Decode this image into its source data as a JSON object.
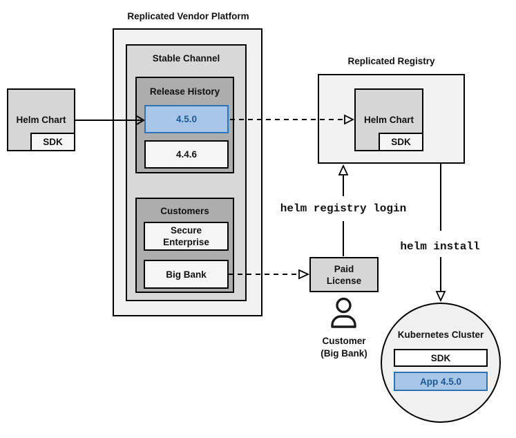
{
  "platform": {
    "title": "Replicated Vendor Platform",
    "stable_channel": {
      "title": "Stable Channel"
    },
    "release_history": {
      "title": "Release History",
      "releases": [
        {
          "version": "4.5.0",
          "highlighted": true
        },
        {
          "version": "4.4.6",
          "highlighted": false
        }
      ]
    },
    "customers": {
      "title": "Customers",
      "items": [
        {
          "name": "Secure\nEnterprise"
        },
        {
          "name": "Big Bank"
        }
      ]
    }
  },
  "vendor_chart": {
    "label": "Helm Chart",
    "sdk_label": "SDK"
  },
  "registry": {
    "title": "Replicated Registry",
    "chart_label": "Helm Chart",
    "sdk_label": "SDK"
  },
  "commands": {
    "registry_login": "helm registry login",
    "install": "helm install"
  },
  "license": {
    "label": "Paid\nLicense"
  },
  "customer_caption": {
    "label": "Customer\n(Big Bank)"
  },
  "cluster": {
    "title": "Kubernetes Cluster",
    "sdk_label": "SDK",
    "app_label": "App 4.5.0"
  },
  "colors": {
    "accent_fill": "#a8c7e8",
    "accent_border": "#2d74b6",
    "accent_text": "#1a5795",
    "outer_fill": "#f2f2f2",
    "channel_fill": "#d8d8d8",
    "group_fill": "#adadad",
    "chart_fill": "#d6d6d6",
    "item_fill": "#f5f5f5",
    "line_color": "#000000"
  }
}
